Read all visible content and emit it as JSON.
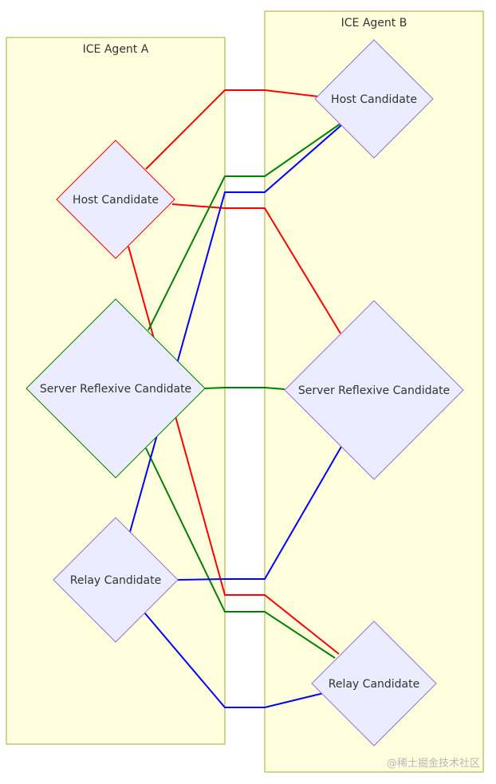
{
  "agents": {
    "a": {
      "title": "ICE Agent A"
    },
    "b": {
      "title": "ICE Agent B"
    }
  },
  "nodes": {
    "a_host": {
      "label": "Host Candidate",
      "border": "#ff0000"
    },
    "a_srflx": {
      "label": "Server Reflexive Candidate",
      "border": "#008000"
    },
    "a_relay": {
      "label": "Relay Candidate",
      "border": "#9370db"
    },
    "b_host": {
      "label": "Host Candidate",
      "border": "#9370db"
    },
    "b_srflx": {
      "label": "Server Reflexive Candidate",
      "border": "#9370db"
    },
    "b_relay": {
      "label": "Relay Candidate",
      "border": "#9370db"
    }
  },
  "edges": [
    {
      "from": "a_host",
      "to": "b_host",
      "color": "#ff0000"
    },
    {
      "from": "a_host",
      "to": "b_srflx",
      "color": "#ff0000"
    },
    {
      "from": "a_host",
      "to": "b_relay",
      "color": "#ff0000"
    },
    {
      "from": "a_srflx",
      "to": "b_host",
      "color": "#008000"
    },
    {
      "from": "a_srflx",
      "to": "b_srflx",
      "color": "#008000"
    },
    {
      "from": "a_srflx",
      "to": "b_relay",
      "color": "#008000"
    },
    {
      "from": "a_relay",
      "to": "b_host",
      "color": "#0000ff"
    },
    {
      "from": "a_relay",
      "to": "b_srflx",
      "color": "#0000ff"
    },
    {
      "from": "a_relay",
      "to": "b_relay",
      "color": "#0000ff"
    }
  ],
  "watermark": "@稀土掘金技术社区"
}
